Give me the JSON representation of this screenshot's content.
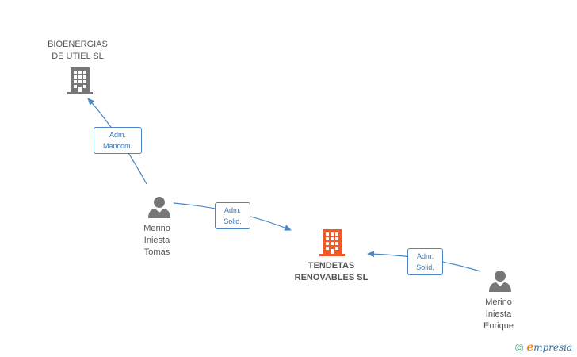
{
  "nodes": {
    "bioenergias": {
      "name_line1": "BIOENERGIAS",
      "name_line2": "DE UTIEL SL",
      "type": "company",
      "color": "#777777"
    },
    "tendetas": {
      "name_line1": "TENDETAS",
      "name_line2": "RENOVABLES SL",
      "type": "company",
      "color": "#f05a28"
    },
    "merino_tomas": {
      "line1": "Merino",
      "line2": "Iniesta",
      "line3": "Tomas",
      "type": "person",
      "color": "#777777"
    },
    "merino_enrique": {
      "line1": "Merino",
      "line2": "Iniesta",
      "line3": "Enrique",
      "type": "person",
      "color": "#777777"
    }
  },
  "edges": [
    {
      "from": "merino_tomas",
      "to": "bioenergias",
      "line1": "Adm.",
      "line2": "Mancom."
    },
    {
      "from": "merino_tomas",
      "to": "tendetas",
      "line1": "Adm.",
      "line2": "Solid."
    },
    {
      "from": "merino_enrique",
      "to": "tendetas",
      "line1": "Adm.",
      "line2": "Solid."
    }
  ],
  "edge_color": "#4a86c8",
  "watermark": {
    "copyright": "©",
    "brand_initial": "e",
    "brand_rest": "mpresia"
  }
}
